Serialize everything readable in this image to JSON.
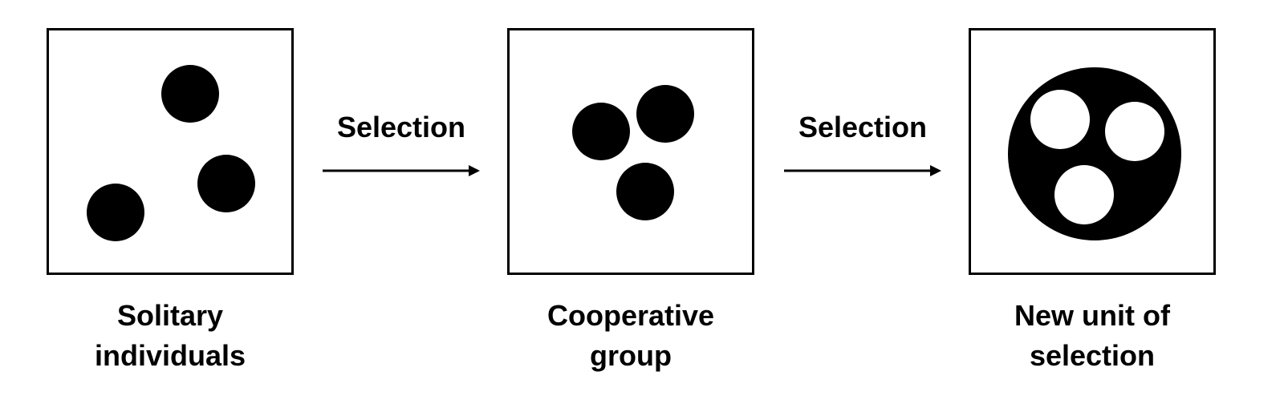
{
  "stages": [
    {
      "caption_line1": "Solitary",
      "caption_line2": "individuals"
    },
    {
      "caption_line1": "Cooperative",
      "caption_line2": "group"
    },
    {
      "caption_line1": "New unit of",
      "caption_line2": "selection"
    }
  ],
  "transitions": [
    {
      "label": "Selection"
    },
    {
      "label": "Selection"
    }
  ],
  "colors": {
    "ink": "#000000",
    "background": "#ffffff"
  }
}
